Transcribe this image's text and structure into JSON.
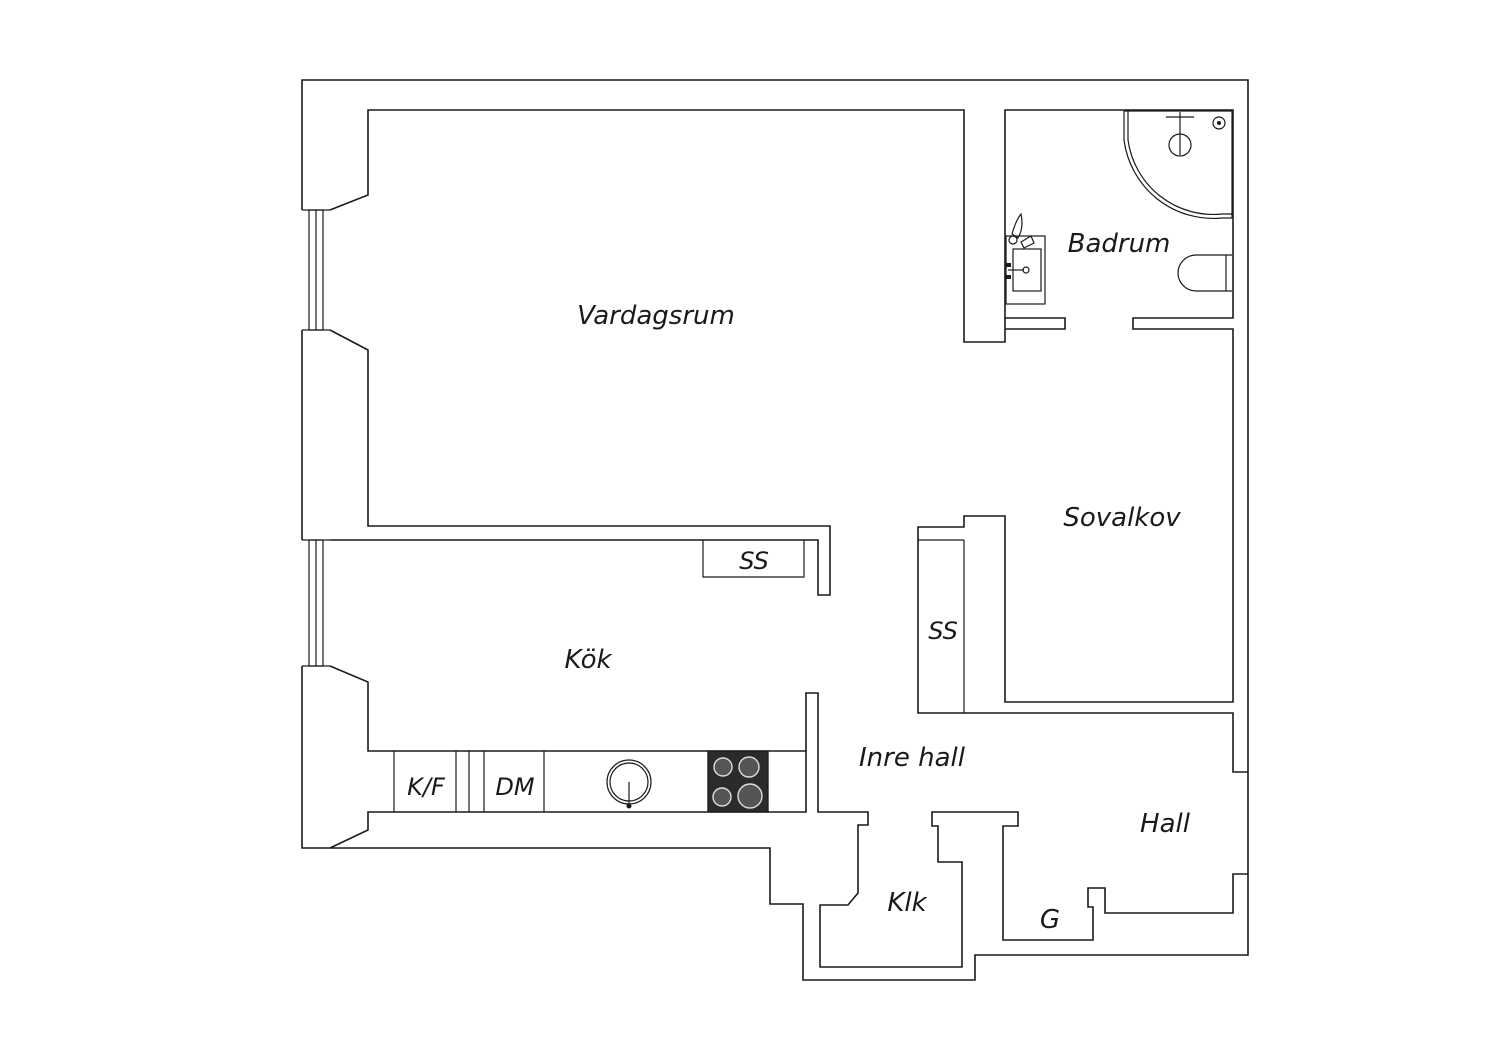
{
  "rooms": {
    "vardagsrum": "Vardagsrum",
    "badrum": "Badrum",
    "sovalkov": "Sovalkov",
    "kok": "Kök",
    "inre_hall": "Inre hall",
    "hall": "Hall",
    "klk": "Klk",
    "g": "G"
  },
  "units": {
    "ss_kitchen": "SS",
    "ss_alcove": "SS",
    "kf": "K/F",
    "dm": "DM"
  },
  "icons": {
    "sink": "sink-icon",
    "stove": "stove-icon",
    "shower": "shower-icon",
    "toilet": "toilet-icon",
    "washbasin": "washbasin-icon",
    "window": "window-icon"
  },
  "colors": {
    "line": "#1a1a1a",
    "background": "#ffffff",
    "stove_top": "#2b2b2b"
  }
}
